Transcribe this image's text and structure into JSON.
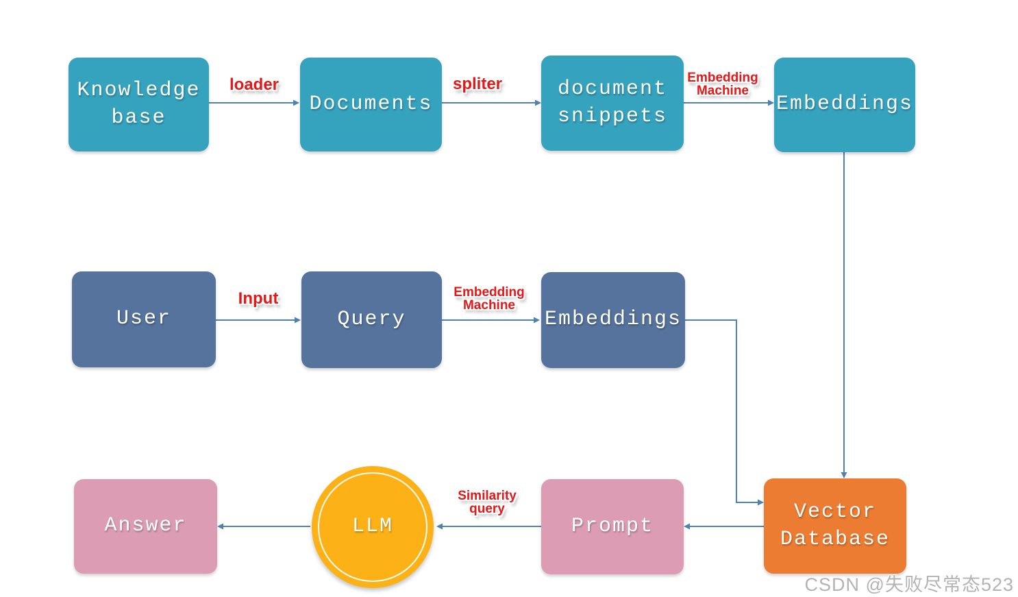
{
  "colors": {
    "teal": "#35a2be",
    "slate": "#55739c",
    "pink": "#dc9db4",
    "orange": "#ec7c31",
    "amber": "#fcb116",
    "arrow_blue": "#4e81b5",
    "label_red": "#e51717",
    "watermark_gray": "#b3b3b3"
  },
  "nodes": {
    "knowledge_base": "Knowledge\nbase",
    "documents": "Documents",
    "document_snippets": "document\nsnippets",
    "embeddings_doc": "Embeddings",
    "user": "User",
    "query": "Query",
    "embeddings_query": "Embeddings",
    "answer": "Answer",
    "llm": "LLM",
    "prompt": "Prompt",
    "vector_database": "Vector\nDatabase"
  },
  "edge_labels": {
    "loader": "loader",
    "spliter": "spliter",
    "embedding_machine_doc": "Embedding\nMachine",
    "input": "Input",
    "embedding_machine_query": "Embedding\nMachine",
    "similarity_query": "Similarity\nquery"
  },
  "watermark": "CSDN @失败尽常态523"
}
